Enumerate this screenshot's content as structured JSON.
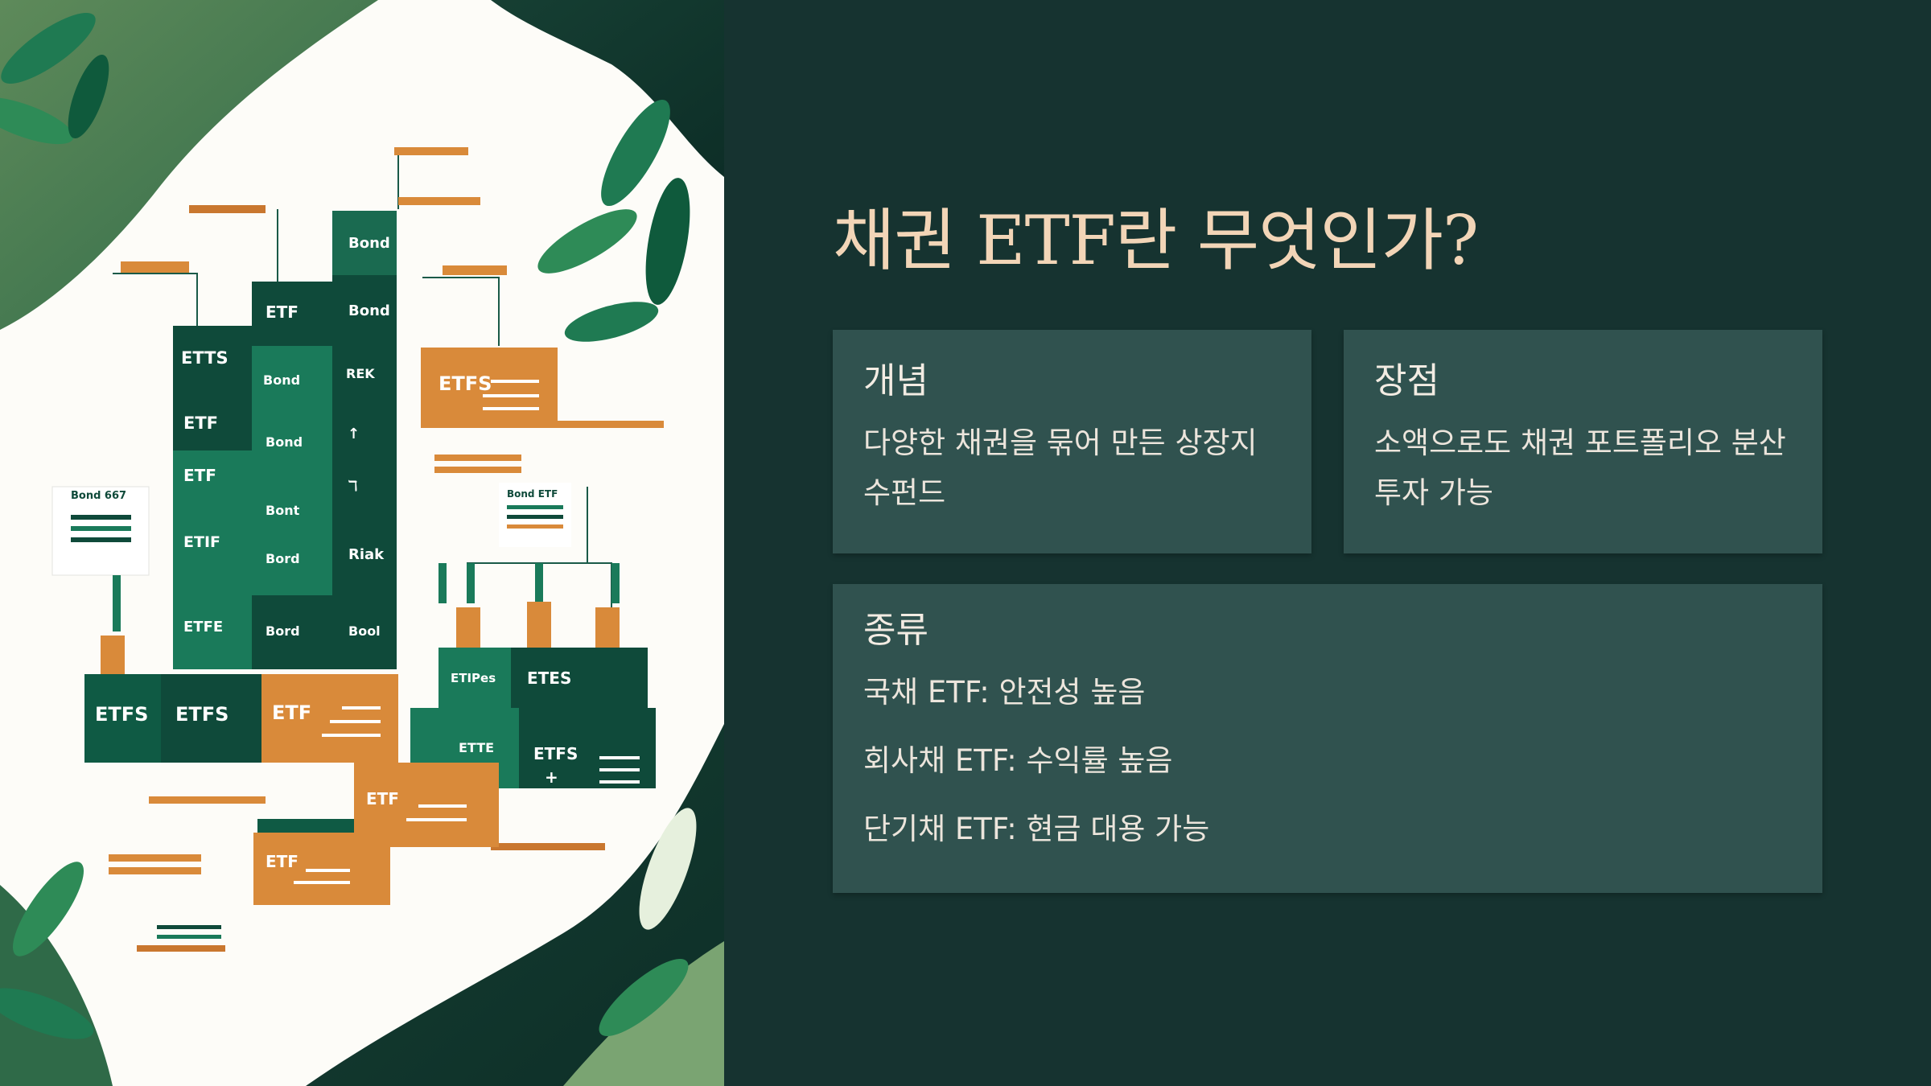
{
  "slide": {
    "title": "채권 ETF란 무엇인가?",
    "cards": [
      {
        "heading": "개념",
        "body": "다양한 채권을 묶어 만든 상장지수펀드"
      },
      {
        "heading": "장점",
        "body": "소액으로도 채권 포트폴리오 분산 투자 가능"
      }
    ],
    "types_card": {
      "heading": "종류",
      "items": [
        "국채 ETF: 안전성 높음",
        "회사채 ETF: 수익률 높음",
        "단기채 ETF: 현금 대용 가능"
      ]
    }
  },
  "illustration": {
    "block_labels": [
      "Bond",
      "Bond",
      "ETF",
      "ETTS",
      "Bond",
      "REK",
      "ETF",
      "Bond",
      "ETF",
      "Bont",
      "ETIF",
      "Bord",
      "Riak",
      "ETFE",
      "Bord",
      "Bool",
      "ETFS",
      "ETFS",
      "ETF",
      "ETFS",
      "ETIPes",
      "ETES",
      "ETTE",
      "ETFS",
      "ETF",
      "ETF",
      "Bond 667",
      "Bond ETF"
    ],
    "colors": {
      "dark_green": "#0f4a3a",
      "mid_green": "#1a7a5a",
      "orange": "#d98a3a",
      "leaf": "#2e8b57",
      "panel_bg": "#163330",
      "title": "#f2d5b7",
      "card": "#30524f"
    }
  }
}
